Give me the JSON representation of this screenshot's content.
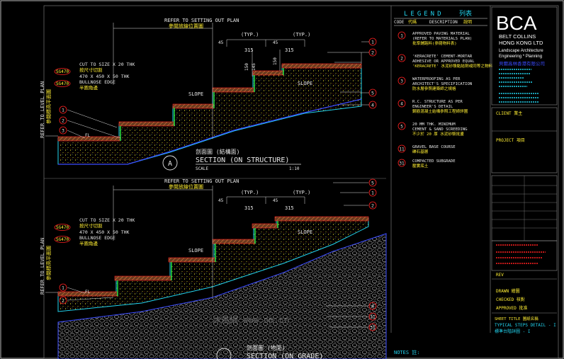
{
  "colors": {
    "background": "#000000",
    "frame": "#b8b8b8",
    "cyan": "#22d3ee",
    "yellow": "#ffee33",
    "red": "#ff2020",
    "green": "#22ee44",
    "blue": "#3a4bff",
    "white": "#ffffff",
    "brown": "#a0522d",
    "gray": "#9a9a9a"
  },
  "section_a": {
    "refer_plan": "REFER TO SETTING OUT PLAN",
    "refer_plan_cn": "參閱放線位置圖",
    "typ": "(TYP.)",
    "cut_size": "CUT TO SIZE X 20 THK",
    "cut_size_cn": "按尺寸切割",
    "size_470": "470 X 450 X 50 THK",
    "bullnose": "BULLNOSE EDGE",
    "bullnose_cn": "半圓角邊",
    "code": "SG470",
    "refer_level": "REFER TO LEVEL PLAN",
    "refer_level_cn": "參閱標高平面圖",
    "slope": "SLOPE",
    "fl": "FL",
    "dims": [
      "315",
      "145",
      "150",
      "150",
      "150"
    ],
    "title_cn": "剖面圖 (結構面)",
    "title": "SECTION (ON STRUCTURE)",
    "marker": "A",
    "scale_label": "SCALE",
    "scale_value": "1:10",
    "callouts_left": [
      "1",
      "2",
      "3"
    ],
    "callouts_right": [
      "1",
      "2",
      "5",
      "4"
    ]
  },
  "section_b": {
    "refer_plan": "REFER TO SETTING OUT PLAN",
    "refer_plan_cn": "參閱放線位置圖",
    "typ": "(TYP.)",
    "cut_size": "CUT TO SIZE X 20 THK",
    "cut_size_cn": "按尺寸切割",
    "size_470": "470 X 450 X 50 THK",
    "bullnose": "BULLNOSE EDGE",
    "bullnose_cn": "半圓角邊",
    "code": "SG470",
    "refer_level": "REFER TO LEVEL PLAN",
    "refer_level_cn": "參閱標高平面圖",
    "slope": "SLOPE",
    "fl": "FL",
    "title_cn": "剖面圖 (地面)",
    "title": "SECTION (ON GRADE)",
    "callouts_left": [
      "1",
      "2"
    ],
    "callouts_right": [
      "5",
      "1",
      "2",
      "4",
      "11",
      "31"
    ]
  },
  "legend": {
    "title": "LEGEND",
    "title_cn": "列表",
    "col_code": "CODE",
    "col_code_cn": "代碼",
    "col_desc": "DESCRIPTION",
    "col_desc_cn": "說明",
    "items": [
      {
        "code": "1",
        "lines": [
          "APPROVED PAVING MATERIAL",
          "(REFER TO MATERIALS PLAN)"
        ],
        "cn": "批準鋪路料(參閱物料表)"
      },
      {
        "code": "2",
        "lines": [
          "'KERACRETE' CEMENT-MORTAR",
          "ADHESIVE OR APPROVED EQUAL"
        ],
        "cn": "'KERACRETE' 水泥砂漿黏結劑或同等之物料"
      },
      {
        "code": "3",
        "lines": [
          "WATERPROOFING AS PER",
          "ARCHITECT'S SPECIFICATION"
        ],
        "cn": "防水層參照建築師之規格"
      },
      {
        "code": "4",
        "lines": [
          "R.C. STRUCTURE AS PER",
          "ENGINEER'S DETAIL"
        ],
        "cn": "鋼筋混凝土結構參照工程師詳圖"
      },
      {
        "code": "5",
        "lines": [
          "20 MM THK. MINIMUM",
          "CEMENT & SAND SCREEDING"
        ],
        "cn": "不少於 20 厚 水泥砂漿批盪"
      },
      {
        "code": "11",
        "lines": [
          "GRAVEL BASE COURSE"
        ],
        "cn": "礫石基層"
      },
      {
        "code": "31",
        "lines": [
          "COMPACTED SUBGRADE"
        ],
        "cn": "壓實底土"
      }
    ]
  },
  "title_block": {
    "logo": "BCA",
    "company": [
      "BELT COLLINS",
      "HONG KONG LTD"
    ],
    "services": [
      "Landscape Architecture",
      "Engineering * Planning"
    ],
    "company_cn": "貝爾高林香港有限公司",
    "client_label": "CLIENT 業主",
    "project_label": "PROJECT 項目",
    "revision_label": "REV",
    "drawn_label": "DRAWN 繪圖",
    "checked_label": "CHECKED 核對",
    "approved_label": "APPROVED 批准",
    "sheet_title_label": "SHEET TITLE 圖紙名稱",
    "sheet_title": "TYPICAL STEPS DETAIL - I",
    "sheet_title_cn": "標準台階詳圖 - I",
    "notes_label": "NOTES 註:"
  },
  "watermark": "沐風網 www.om.cn"
}
